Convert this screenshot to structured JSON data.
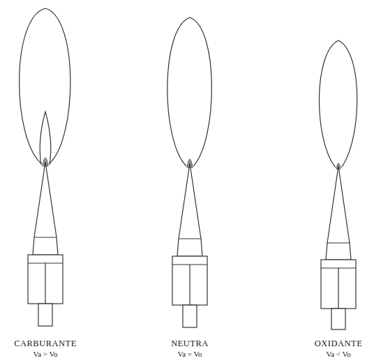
{
  "diagram": {
    "labels": [
      "CARBURANTE",
      "Va > Vo",
      "NEUTRA",
      "Va = Vo",
      "OXIDANTE",
      "Va < Vo"
    ]
  }
}
